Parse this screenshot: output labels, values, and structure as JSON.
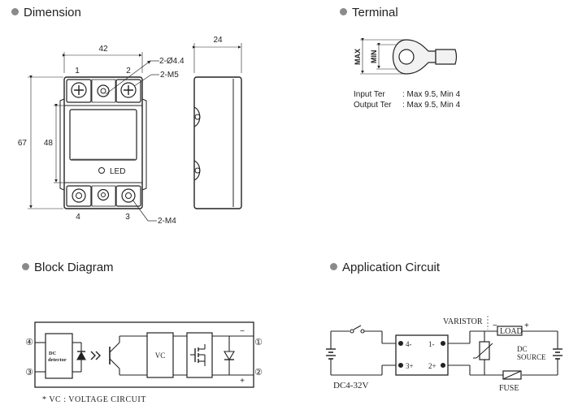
{
  "sections": {
    "dimension": "Dimension",
    "terminal": "Terminal",
    "block_diagram": "Block Diagram",
    "application_circuit": "Application Circuit"
  },
  "dimension": {
    "width": "42",
    "depth": "24",
    "height_outer": "67",
    "height_inner": "48",
    "hole_label": "2-Ø4.4",
    "m5_label": "2-M5",
    "m4_label": "2-M4",
    "t1": "1",
    "t2": "2",
    "t3": "3",
    "t4": "4",
    "led": "LED"
  },
  "terminal": {
    "max_label": "MAX",
    "min_label": "MIN",
    "input_label": "Input Ter",
    "input_value": ": Max 9.5, Min 4",
    "output_label": "Output Ter",
    "output_value": ": Max 9.5, Min 4"
  },
  "block": {
    "pin4": "④",
    "pin3": "③",
    "pin1": "①",
    "pin2": "②",
    "dc_detector_l1": "DC",
    "dc_detector_l2": "detector",
    "vc": "VC",
    "minus": "−",
    "plus": "+",
    "note": "* VC : VOLTAGE  CIRCUIT"
  },
  "app": {
    "varistor": "VARISTOR",
    "load": "LOAD",
    "dc_source_l1": "DC",
    "dc_source_l2": "SOURCE",
    "fuse": "FUSE",
    "dc_input": "DC4-32V",
    "p4": "4-",
    "p3": "3+",
    "p1": "1-",
    "p2": "2+",
    "minus": "−",
    "plus": "+"
  }
}
